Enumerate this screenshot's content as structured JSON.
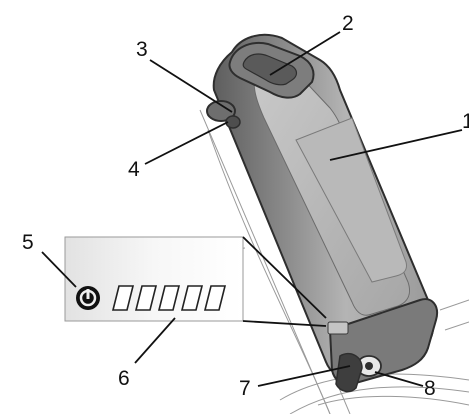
{
  "figure": {
    "callouts": [
      {
        "id": "1",
        "label": "1"
      },
      {
        "id": "2",
        "label": "2"
      },
      {
        "id": "3",
        "label": "3"
      },
      {
        "id": "4",
        "label": "4"
      },
      {
        "id": "5",
        "label": "5"
      },
      {
        "id": "6",
        "label": "6"
      },
      {
        "id": "7",
        "label": "7"
      },
      {
        "id": "8",
        "label": "8"
      }
    ],
    "charge_indicator": {
      "leds": 5,
      "power_symbol": "power-icon"
    },
    "colors": {
      "battery_body": "#a9a9a9",
      "battery_dark": "#6b6b6b",
      "battery_light": "#cfcfcf",
      "outline": "#2e2e2e",
      "inset_fill": "#eeeeee"
    }
  }
}
